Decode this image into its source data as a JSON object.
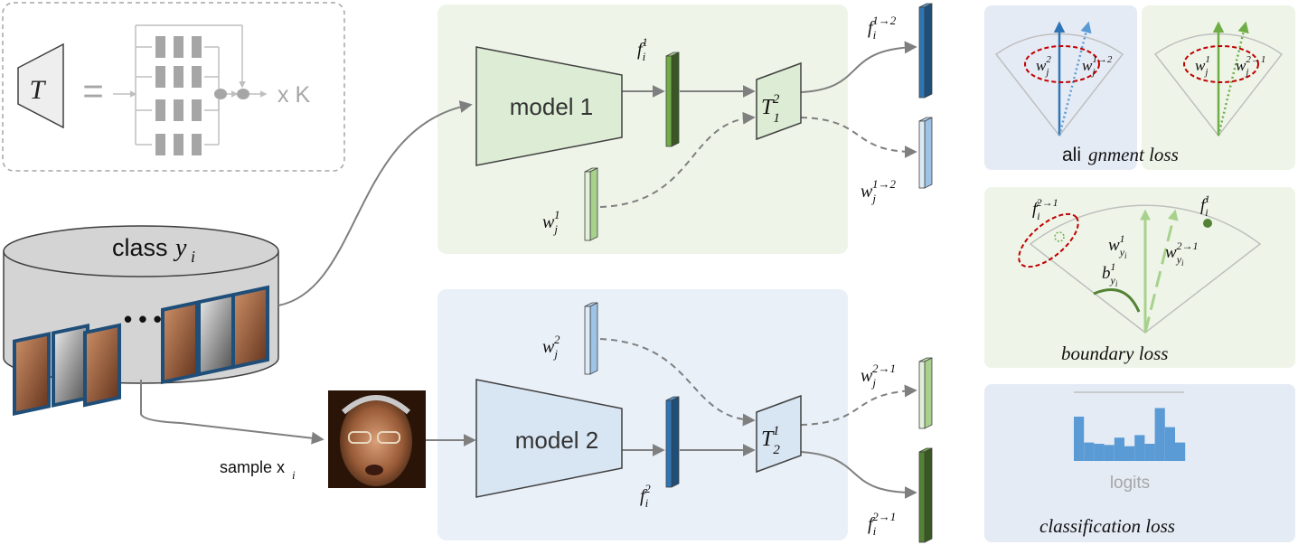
{
  "legend": {
    "t_symbol": "T",
    "equals": "=",
    "repeat": "x K"
  },
  "database": {
    "label": "class",
    "var": "y",
    "sub": "i",
    "ellipsis": "• • •"
  },
  "sample": {
    "label": "sample x",
    "sub": "i"
  },
  "model1": {
    "label": "model 1",
    "feature": {
      "base": "f",
      "sub": "i",
      "sup": "1"
    },
    "weight": {
      "base": "w",
      "sub": "j",
      "sup": "1"
    },
    "transform": {
      "base": "T",
      "sub": "1",
      "sup": "2"
    },
    "out_feature": {
      "base": "f",
      "sub": "i",
      "sup": "1→2"
    },
    "out_weight": {
      "base": "w",
      "sub": "j",
      "sup": "1→2"
    }
  },
  "model2": {
    "label": "model 2",
    "feature": {
      "base": "f",
      "sub": "i",
      "sup": "2"
    },
    "weight": {
      "base": "w",
      "sub": "j",
      "sup": "2"
    },
    "transform": {
      "base": "T",
      "sub": "2",
      "sup": "1"
    },
    "out_feature": {
      "base": "f",
      "sub": "i",
      "sup": "2→1"
    },
    "out_weight": {
      "base": "w",
      "sub": "j",
      "sup": "2→1"
    }
  },
  "alignment": {
    "title_plain": "ali",
    "title_italic": "gnment loss",
    "left_a": {
      "base": "w",
      "sub": "j",
      "sup": "2"
    },
    "left_b": {
      "base": "w",
      "sub": "j",
      "sup": "1→2"
    },
    "right_a": {
      "base": "w",
      "sub": "j",
      "sup": "1"
    },
    "right_b": {
      "base": "w",
      "sub": "j",
      "sup": "2→1"
    }
  },
  "boundary": {
    "title": "boundary  loss",
    "f_cross": {
      "base": "f",
      "sub": "i",
      "sup": "2→1"
    },
    "f_self": {
      "base": "f",
      "sub": "i",
      "sup": "1"
    },
    "w_self": {
      "base": "w",
      "sub": "y",
      "subsub": "i",
      "sup": "1"
    },
    "w_cross": {
      "base": "w",
      "sub": "y",
      "subsub": "i",
      "sup": "2→1"
    },
    "b": {
      "base": "b",
      "sub": "y",
      "subsub": "i",
      "sup": "1"
    }
  },
  "classification": {
    "logits_label": "logits",
    "title": "classification  loss",
    "bars": [
      0.72,
      0.3,
      0.28,
      0.26,
      0.38,
      0.24,
      0.42,
      0.28,
      0.86,
      0.55,
      0.3
    ]
  },
  "colors": {
    "green_panel": "#eef5e8",
    "blue_panel": "#eaf0f8",
    "model1_fill": "#ddecd4",
    "model2_fill": "#d8e5f3",
    "green_dark": "#548235",
    "green_light": "#e2efda",
    "blue_dark": "#2e75b6",
    "blue_light": "#ddebf7",
    "logit_blue": "#5b9bd5",
    "red_dash": "#c00000",
    "arrow_gray": "#7f7f7f"
  }
}
